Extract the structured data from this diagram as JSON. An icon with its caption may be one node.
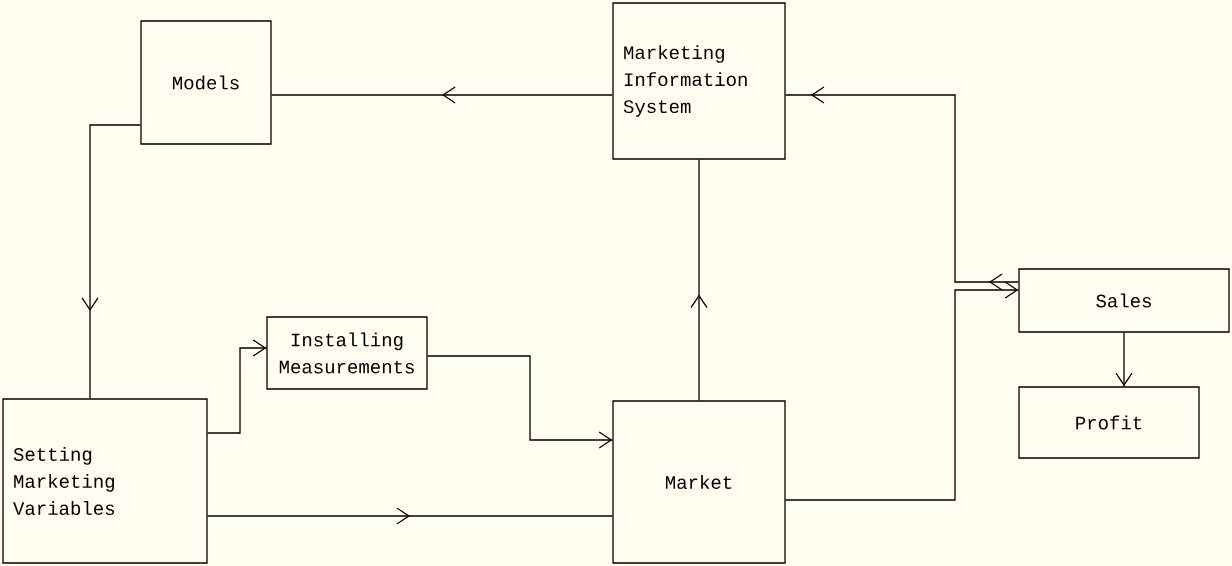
{
  "diagram": {
    "nodes": [
      {
        "text": [
          "Models"
        ]
      },
      {
        "text": [
          "Marketing Information System"
        ]
      },
      {
        "text": [
          "Sales"
        ]
      },
      {
        "text": [
          "Installing Measurements"
        ]
      },
      {
        "text": [
          "Setting Marketing Variables"
        ]
      },
      {
        "text": [
          "Market"
        ]
      },
      {
        "text": [
          "Profit"
        ]
      }
    ],
    "edges": [
      {
        "from": 1,
        "to": 0,
        "arrow": "to"
      },
      {
        "from": 0,
        "to": 4,
        "arrow": "to"
      },
      {
        "from": 4,
        "to": 3,
        "arrow": "to"
      },
      {
        "from": 3,
        "to": 5,
        "arrow": "to"
      },
      {
        "from": 4,
        "to": 5,
        "arrow": "to"
      },
      {
        "from": 5,
        "to": 1,
        "arrow": "to"
      },
      {
        "from": 5,
        "to": 2,
        "arrow": "to"
      },
      {
        "from": 2,
        "to": 1,
        "arrow": "to"
      },
      {
        "from": 2,
        "to": 6,
        "arrow": "to"
      }
    ]
  }
}
